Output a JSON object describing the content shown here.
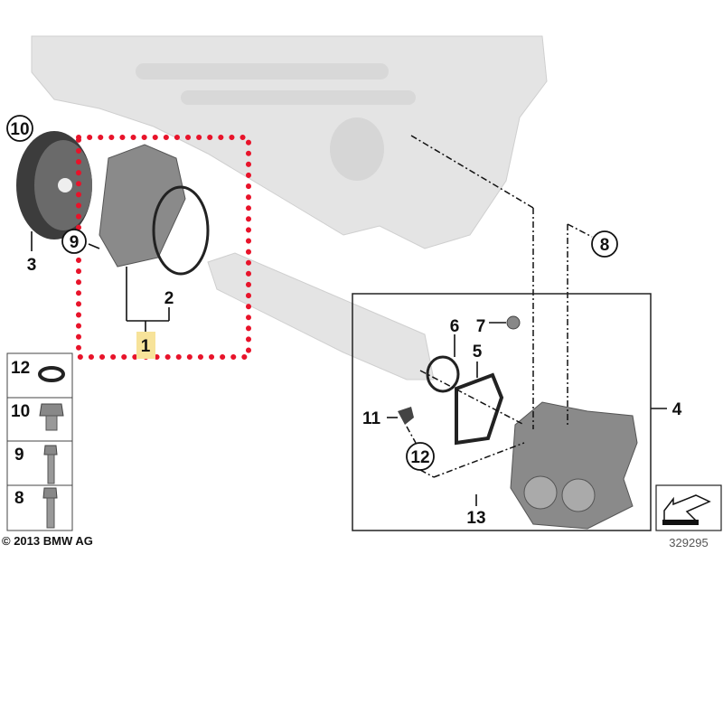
{
  "diagram": {
    "callouts": {
      "c1": "1",
      "c2": "2",
      "c3": "3",
      "c4": "4",
      "c5": "5",
      "c6": "6",
      "c7": "7",
      "c8": "8",
      "c9": "9",
      "c10": "10",
      "c11": "11",
      "c12": "12",
      "c13": "13"
    },
    "legend": [
      {
        "label": "12"
      },
      {
        "label": "10"
      },
      {
        "label": "9"
      },
      {
        "label": "8"
      }
    ],
    "copyright": "© 2013 BMW AG",
    "diagram_number": "329295",
    "colors": {
      "highlight": "#e8132a",
      "callout_highlight": "#f7e39a"
    }
  }
}
